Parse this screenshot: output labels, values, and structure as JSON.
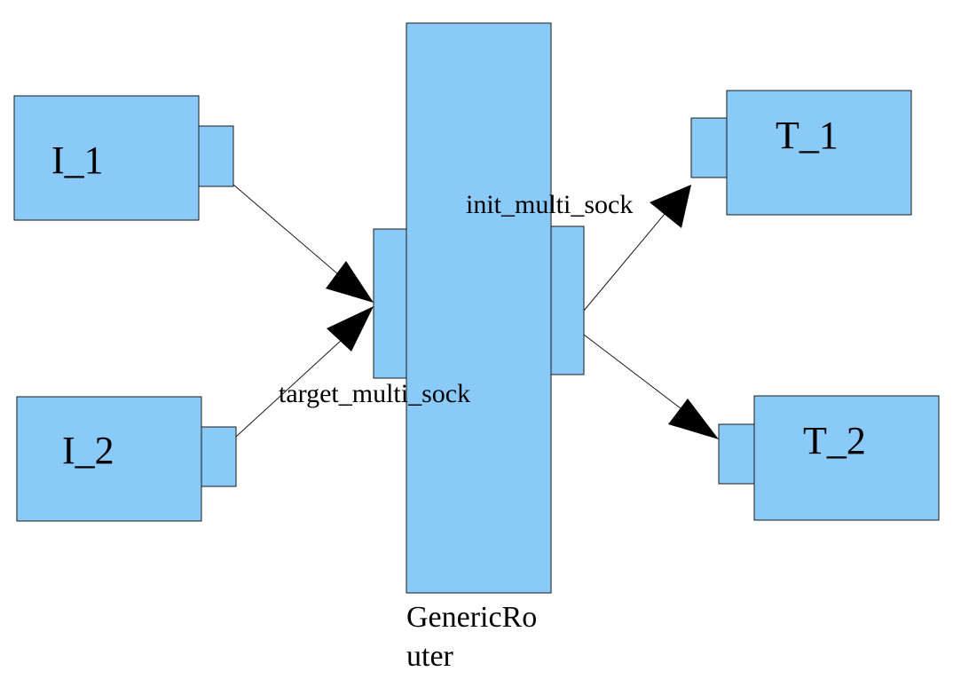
{
  "diagram": {
    "colors": {
      "box_fill": "#89caf9",
      "stroke": "#1a1a1a",
      "arrow": "#000000"
    },
    "initiators": [
      {
        "id": "I_1",
        "label": "I_1"
      },
      {
        "id": "I_2",
        "label": "I_2"
      }
    ],
    "targets": [
      {
        "id": "T_1",
        "label": "T_1"
      },
      {
        "id": "T_2",
        "label": "T_2"
      }
    ],
    "router": {
      "label_line1": "GenericRo",
      "label_line2": "uter",
      "target_socket_label": "target_multi_sock",
      "init_socket_label": "init_multi_sock"
    },
    "connections": [
      {
        "from": "I_1",
        "to": "GenericRouter.target_multi_sock"
      },
      {
        "from": "I_2",
        "to": "GenericRouter.target_multi_sock"
      },
      {
        "from": "GenericRouter.init_multi_sock",
        "to": "T_1"
      },
      {
        "from": "GenericRouter.init_multi_sock",
        "to": "T_2"
      }
    ]
  }
}
